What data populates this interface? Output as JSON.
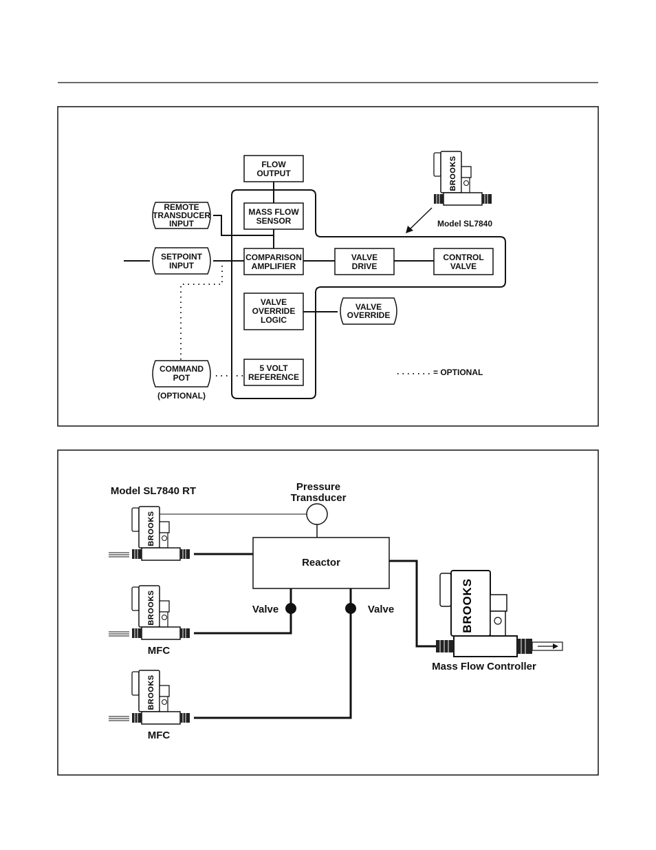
{
  "figure1": {
    "blocks": {
      "flow_output": [
        "FLOW",
        "OUTPUT"
      ],
      "mass_flow_sensor": [
        "MASS FLOW",
        "SENSOR"
      ],
      "comparison_amplifier": [
        "COMPARISON",
        "AMPLIFIER"
      ],
      "valve_drive": [
        "VALVE",
        "DRIVE"
      ],
      "control_valve": [
        "CONTROL",
        "VALVE"
      ],
      "valve_override_logic": [
        "VALVE",
        "OVERRIDE",
        "LOGIC"
      ],
      "five_volt_reference": [
        "5 VOLT",
        "REFERENCE"
      ]
    },
    "inputs": {
      "remote_transducer": [
        "REMOTE",
        "TRANSDUCER",
        "INPUT"
      ],
      "setpoint": [
        "SETPOINT",
        "INPUT"
      ],
      "command_pot": [
        "COMMAND",
        "POT"
      ],
      "valve_override": [
        "VALVE",
        "OVERRIDE"
      ]
    },
    "command_pot_note": "(OPTIONAL)",
    "model_label": "Model SL7840",
    "legend": "=  OPTIONAL",
    "brand": "BROOKS"
  },
  "figure2": {
    "model_label": "Model SL7840 RT",
    "pressure_transducer": [
      "Pressure",
      "Transducer"
    ],
    "reactor": "Reactor",
    "valve_left": "Valve",
    "valve_right": "Valve",
    "mfc_1": "MFC",
    "mfc_2": "MFC",
    "mass_flow_controller": "Mass Flow Controller",
    "brand": "BROOKS"
  }
}
